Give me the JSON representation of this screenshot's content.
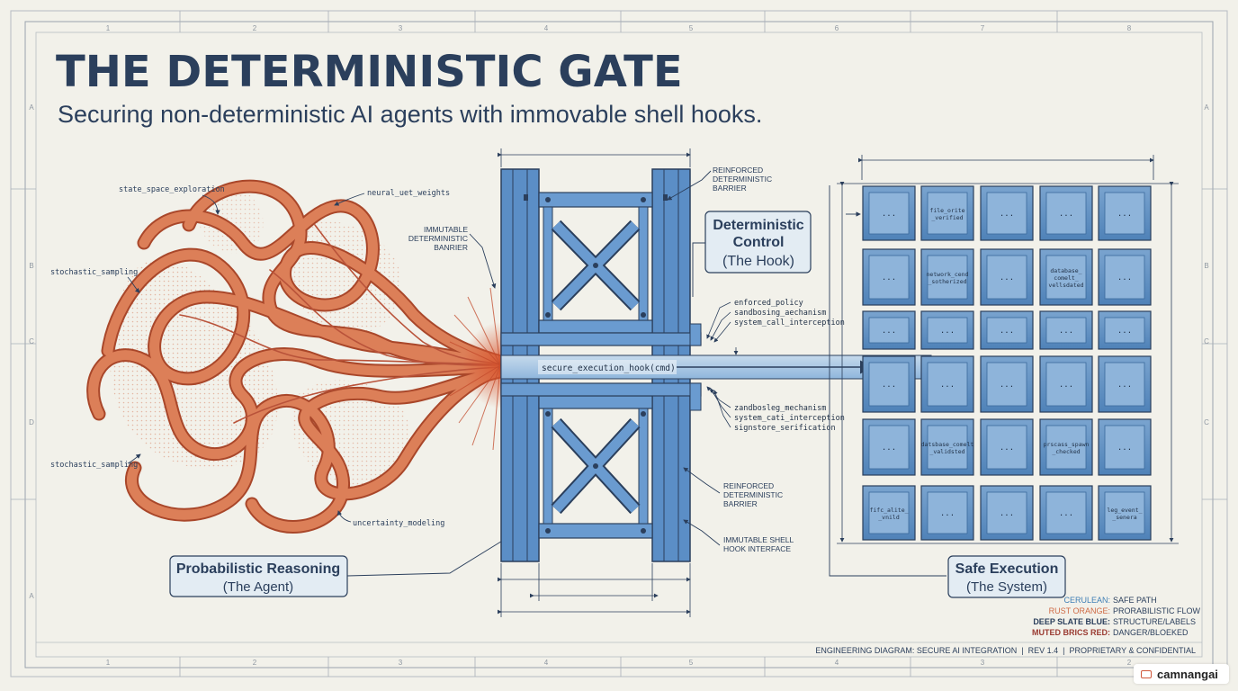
{
  "title": "THE DETERMINISTIC GATE",
  "subtitle": "Securing non-deterministic AI agents with immovable shell hooks.",
  "frame": {
    "col_markers": [
      "1",
      "2",
      "3",
      "4",
      "5",
      "6",
      "7",
      "8"
    ],
    "bottom_col_markers": [
      "1",
      "2",
      "3",
      "4",
      "5",
      "4",
      "3",
      "2"
    ],
    "row_markers_left": [
      "A",
      "B",
      "C",
      "D",
      "A"
    ],
    "row_markers_right": [
      "A",
      "B",
      "C",
      "C"
    ]
  },
  "agent": {
    "labels": {
      "state_space": "state_space_exploration",
      "neural_weights": "neural_uet_weights",
      "stochastic_1": "stochastic_sampling",
      "stochastic_2": "stochastic_sampling",
      "uncertainty": "uncertainty_modeling"
    },
    "box_title": "Probabilistic Reasoning",
    "box_subtitle": "(The Agent)"
  },
  "gate": {
    "top_right_label": [
      "REINFORCED",
      "DETERMINISTIC",
      "BARRIER"
    ],
    "top_left_label": [
      "IMMUTABLE",
      "DETERMINISTIC",
      "BANRIER"
    ],
    "bottom_right_label_1": [
      "REINFORCED",
      "DETERMINISTIC",
      "BARRIER"
    ],
    "bottom_right_label_2": [
      "IMMUTABLE SHELL",
      "HOOK INTERFACE"
    ],
    "control_title": [
      "Deterministic",
      "Control"
    ],
    "control_subtitle": "(The Hook)",
    "upper_tags": [
      "enforced_policy",
      "sandbosing_aechanism",
      "system_call_interception"
    ],
    "lower_tags": [
      "zandbosleg_mechanism",
      "system_cati_interception",
      "signstore_serification"
    ],
    "hook_call": "secure_execution_hook(cmd)"
  },
  "system": {
    "cells": [
      [
        "...",
        "file_orite _verified",
        "...",
        "...",
        "..."
      ],
      [
        "...",
        "network_cend _sotherized",
        "...",
        "database_ comelt_ vellsdated",
        "..."
      ],
      [
        "...",
        "...",
        "...",
        "...",
        "..."
      ],
      [
        "...",
        "...",
        "...",
        "...",
        "..."
      ],
      [
        "...",
        "datsbase_comelt _validsted",
        "...",
        "prscass_spawn _checked",
        "..."
      ],
      [
        "fifc_alite_ _vnild",
        "...",
        "...",
        "...",
        "leg_event_ _senera"
      ]
    ],
    "box_title": "Safe Execution",
    "box_subtitle": "(The System)"
  },
  "legend": [
    {
      "key": "CERULEAN:",
      "desc": "SAFE PATH",
      "color": "#3f7fb5"
    },
    {
      "key": "RUST ORANGE:",
      "desc": "PRORABILISTIC FLOW",
      "color": "#cf6a45"
    },
    {
      "key": "DEEP SLATE BLUE:",
      "desc": "STRUCTURE/LABELS",
      "color": "#2b3f5c"
    },
    {
      "key": "MUTED BRICS RED:",
      "desc": "DANGER/BLOEKED",
      "color": "#9a3b32"
    }
  ],
  "footer": "ENGINEERING DIAGRAM: SECURE AI INTEGRATION  |  REV 1.4  |  PROPRIETARY & CONFIDENTIAL",
  "brand": "camnangai",
  "colors": {
    "paper": "#f2f1ea",
    "slate": "#2b3f5c",
    "steel": "#4f86c0",
    "rust": "#cf6a45",
    "box_fill": "#e3ecf3"
  }
}
